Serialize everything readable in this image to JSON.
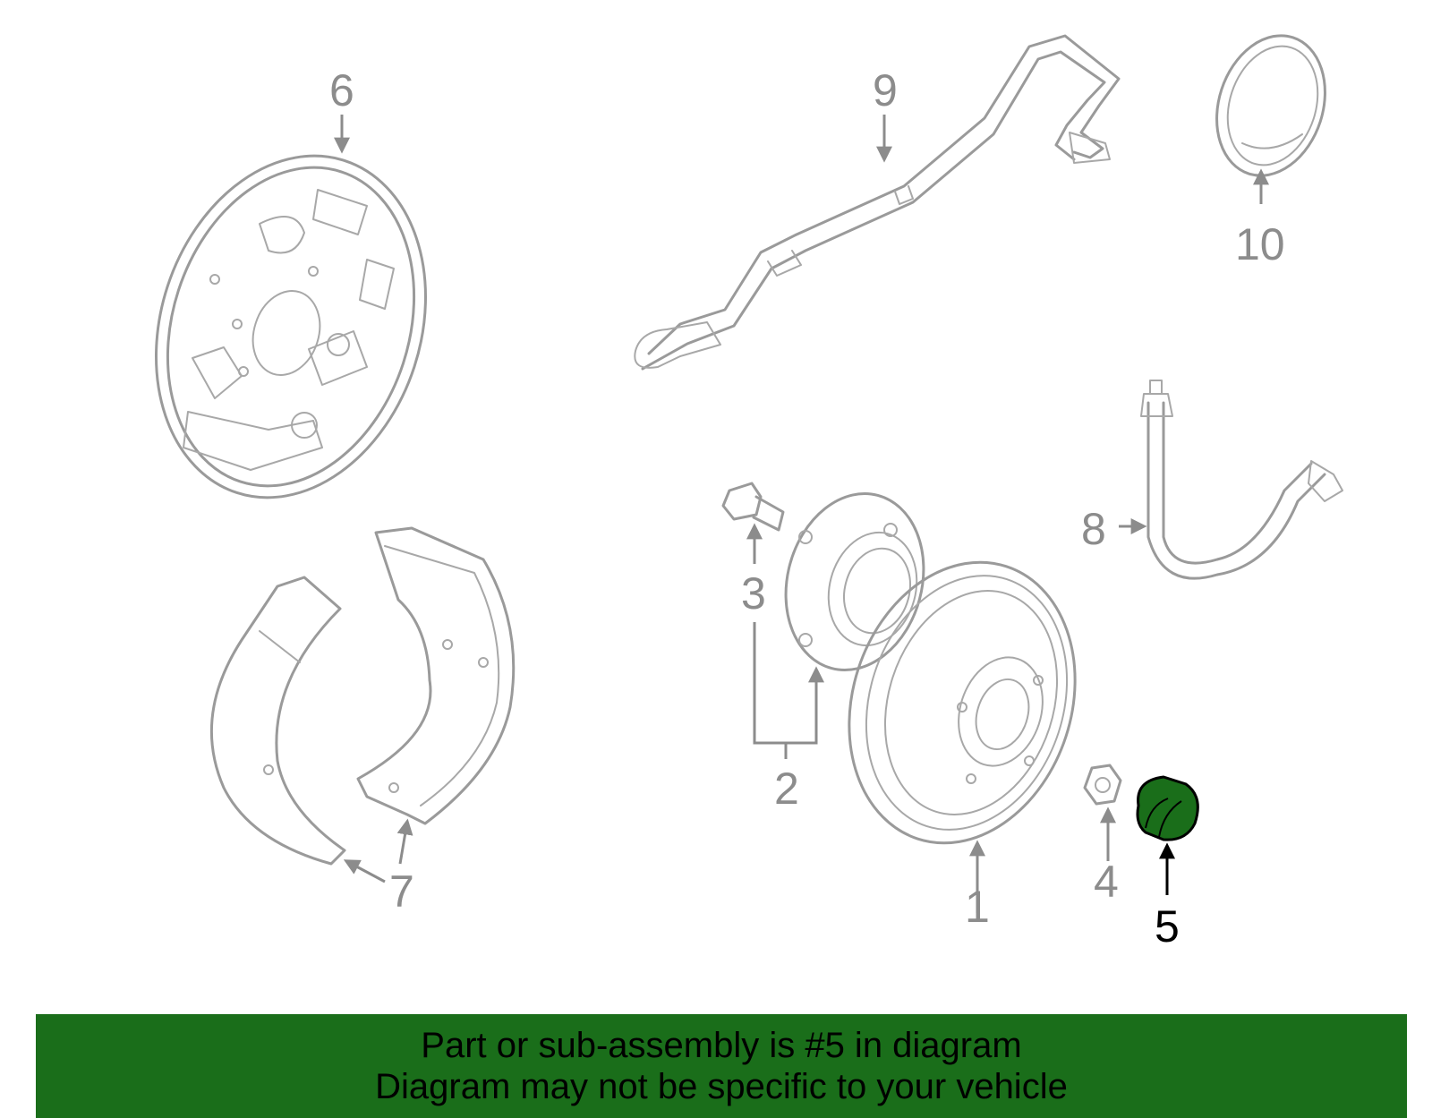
{
  "diagram": {
    "callouts": [
      "1",
      "2",
      "3",
      "4",
      "5",
      "6",
      "7",
      "8",
      "9",
      "10"
    ],
    "highlighted_callout": "5",
    "colors": {
      "outline": "#9a9a9a",
      "highlight_fill": "#1a6e1a",
      "highlight_stroke": "#000000",
      "banner_background": "#1a6e1a",
      "banner_text": "#000000"
    }
  },
  "banner": {
    "line1": "Part or sub-assembly is #5 in diagram",
    "line2": "Diagram may not be specific to your vehicle"
  }
}
